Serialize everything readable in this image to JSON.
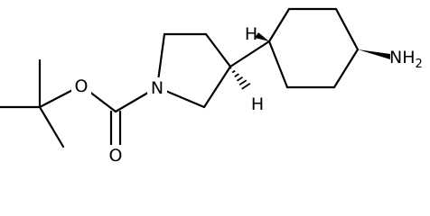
{
  "molecule": {
    "atoms": {
      "carbonyl_oxygen": "O",
      "ester_oxygen": "O",
      "ring_nitrogen": "N",
      "stereo_h_pyrrolidine": "H",
      "stereo_h_cyclohexane": "H",
      "amine_n": "NH",
      "amine_subscript": "2"
    },
    "colors": {
      "bond": "#000000",
      "text": "#000000",
      "background": "#ffffff"
    }
  }
}
